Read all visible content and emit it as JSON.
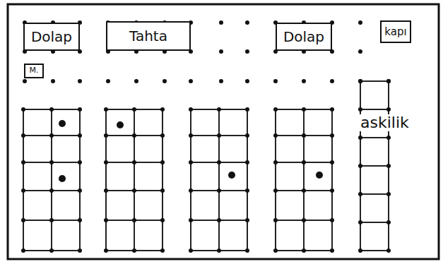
{
  "diagram": {
    "nodes": [
      {
        "text": [
          "Dolap"
        ]
      },
      {
        "text": [
          "Tahta"
        ]
      },
      {
        "text": [
          "Dolap"
        ]
      },
      {
        "text": [
          "kapı"
        ]
      },
      {
        "text": [
          "M."
        ]
      }
    ],
    "labels": [
      "askilik"
    ]
  }
}
